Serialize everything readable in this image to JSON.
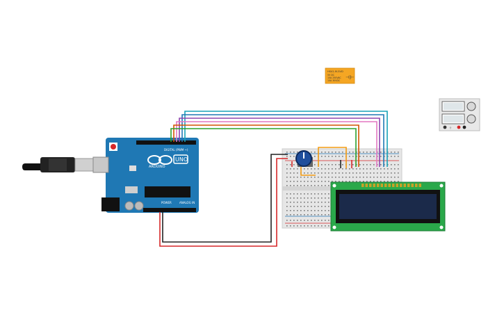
{
  "canvas": {
    "arduino": {
      "brand_label": "ARDUINO",
      "model_label": "UNO",
      "digital_label": "DIGITAL (PWM ~)",
      "power_label": "POWER",
      "analog_label": "ANALOG IN"
    },
    "relay": {
      "line1": "HS41-M-5VD",
      "line2": "5V DC",
      "line3": "10A 250VAC",
      "line4": "10A 30VDC"
    },
    "colors": {
      "board_blue": "#1f78b4",
      "breadboard": "#e6e6e6",
      "lcd_green": "#2aa84a",
      "lcd_screen": "#1b2a4a",
      "wire_red": "#d62728",
      "wire_black": "#222222",
      "wire_orange": "#f39c12",
      "wire_blue": "#1f77b4",
      "wire_cyan": "#17a2b8",
      "wire_green": "#2ca02c",
      "wire_purple": "#8e44ad",
      "wire_pink": "#e377c2",
      "relay_orange": "#f5a623"
    }
  }
}
